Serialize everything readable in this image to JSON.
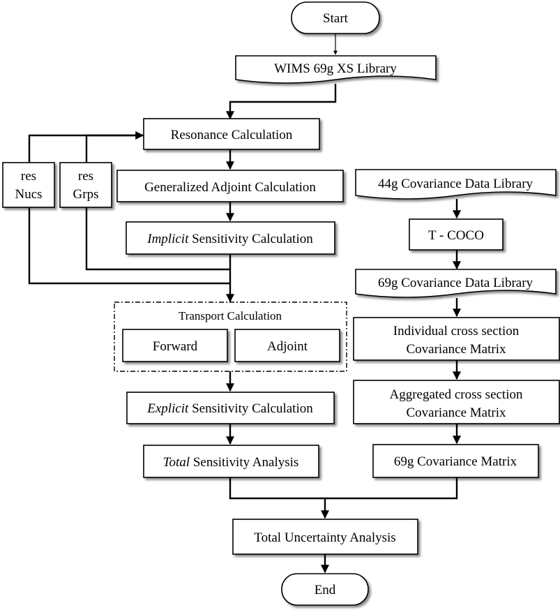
{
  "nodes": {
    "start": "Start",
    "wims_library": "WIMS 69g XS Library",
    "resonance_calc": "Resonance Calculation",
    "res_nucs_line1": "res",
    "res_nucs_line2": "Nucs",
    "res_grps_line1": "res",
    "res_grps_line2": "Grps",
    "generalized_adjoint": "Generalized Adjoint Calculation",
    "implicit_italic": "Implicit",
    "implicit_rest": " Sensitivity Calculation",
    "transport_title": "Transport Calculation",
    "forward": "Forward",
    "adjoint": "Adjoint",
    "explicit_italic": "Explicit",
    "explicit_rest": " Sensitivity Calculation",
    "total_italic": "Total",
    "total_rest": " Sensitivity Analysis",
    "cov44_library": "44g Covariance Data Library",
    "tcoco": "T - COCO",
    "cov69_library": "69g Covariance Data Library",
    "individual_line1": "Individual cross section",
    "individual_line2": "Covariance Matrix",
    "aggregated_line1": "Aggregated cross section",
    "aggregated_line2": "Covariance Matrix",
    "cov69_matrix": "69g Covariance Matrix",
    "total_uncertainty": "Total Uncertainty Analysis",
    "end": "End"
  }
}
